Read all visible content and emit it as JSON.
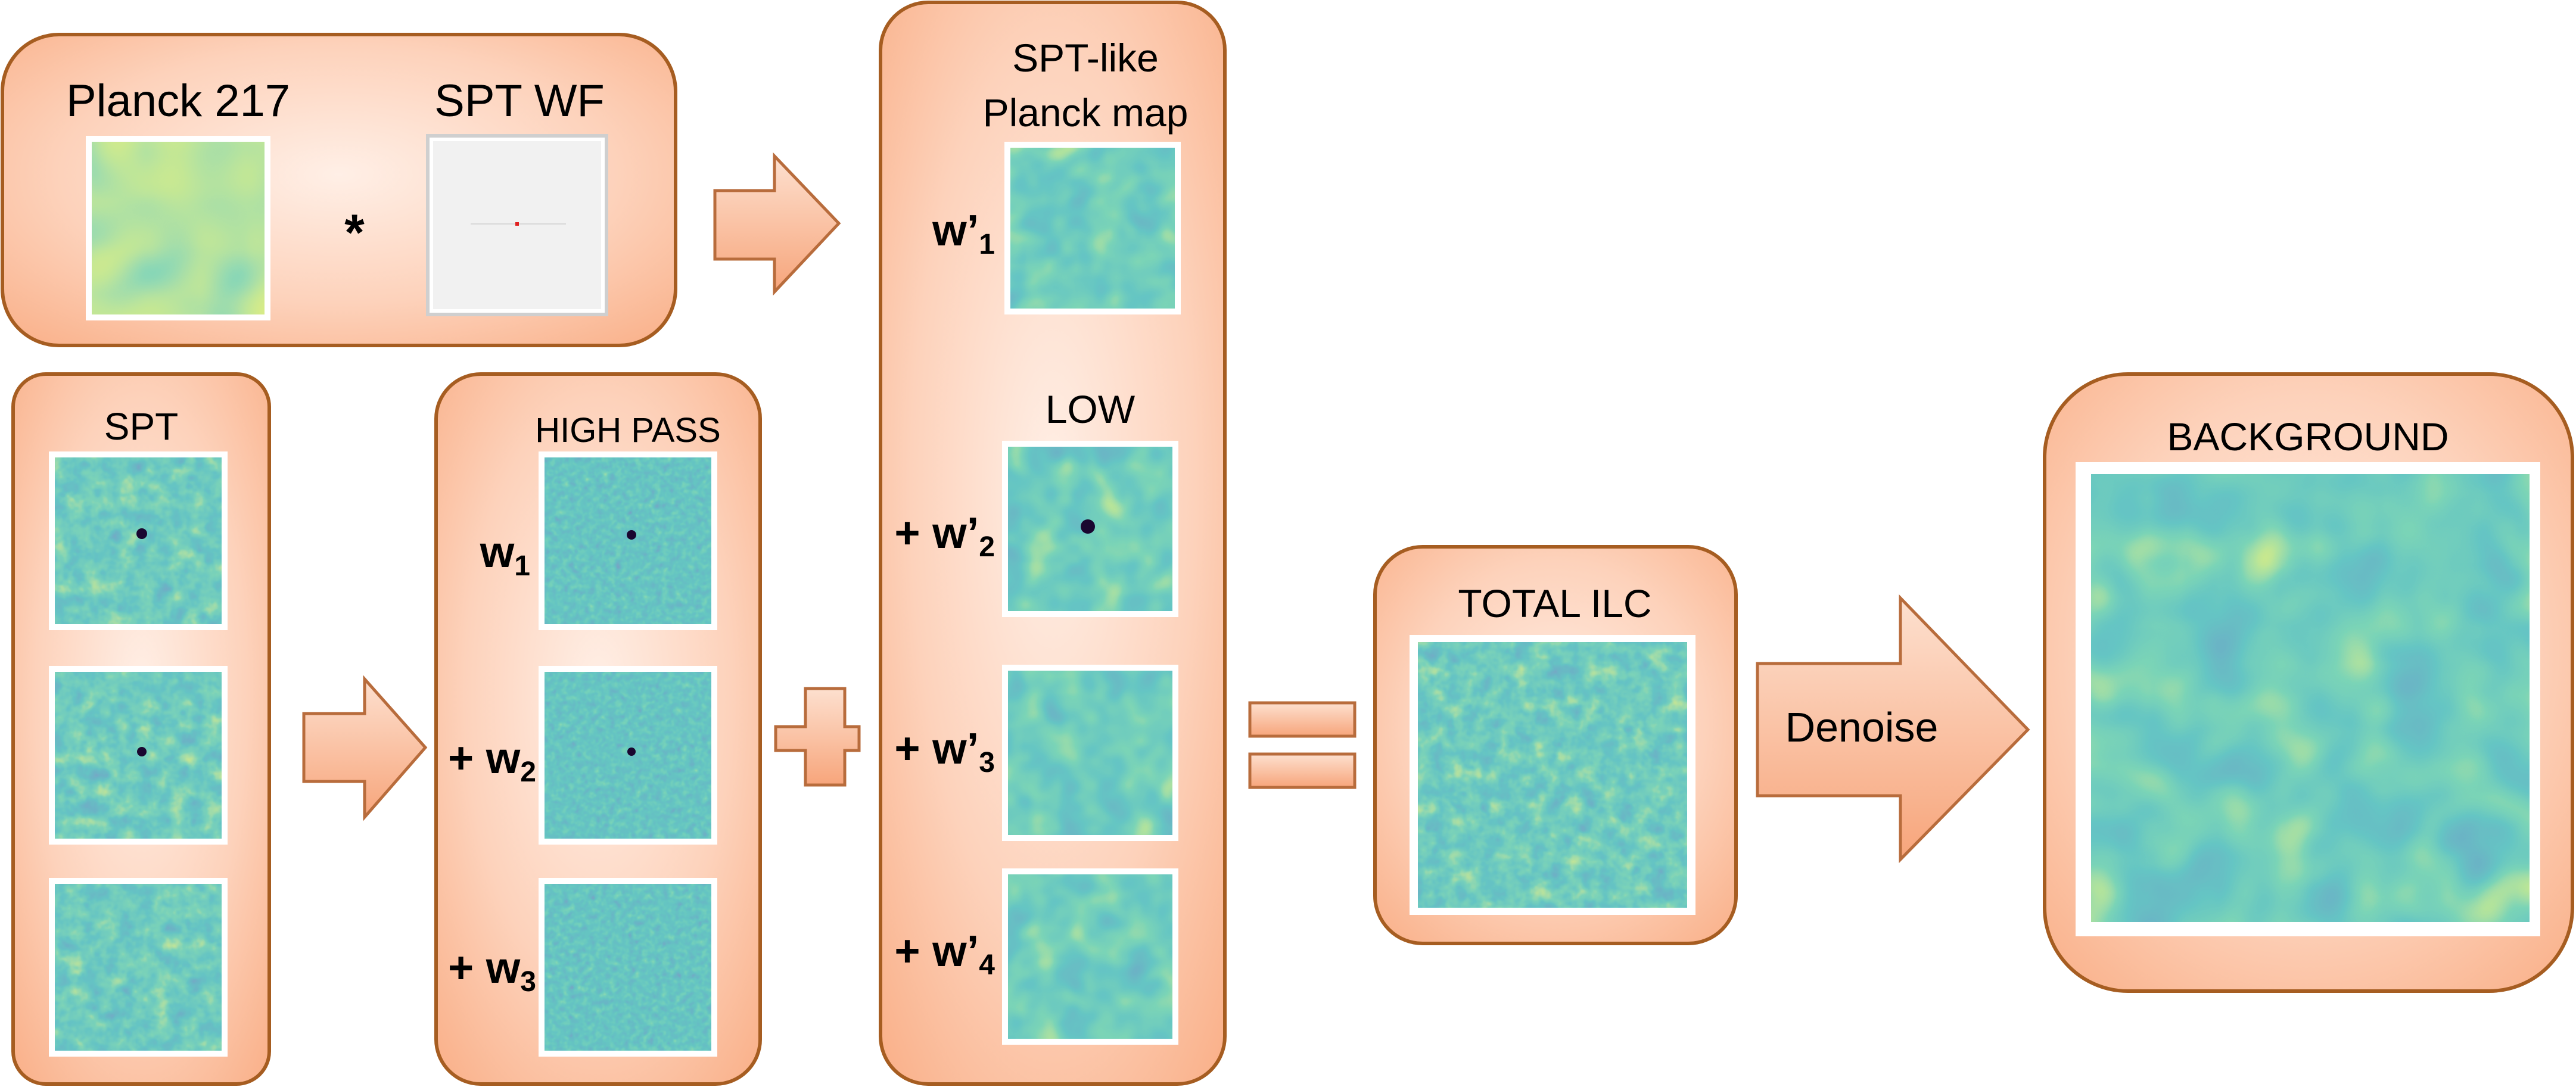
{
  "colors": {
    "panel_fill_inner": "#ffefe6",
    "panel_fill_outer": "#f9ae86",
    "panel_stroke": "#a65d21",
    "arrow_fill": "#f9b995",
    "arrow_stroke": "#b86c3c",
    "text": "#000000"
  },
  "top_panel": {
    "planck_label": "Planck 217",
    "wf_label": "SPT WF",
    "operator": "*"
  },
  "spt_panel": {
    "title": "SPT"
  },
  "highpass_panel": {
    "title": "HIGH PASS",
    "weights": [
      {
        "prefix": "",
        "w": "w",
        "sub": "1"
      },
      {
        "prefix": "+ ",
        "w": "w",
        "sub": "2"
      },
      {
        "prefix": "+ ",
        "w": "w",
        "sub": "3"
      }
    ]
  },
  "planck_panel": {
    "title_line1": "SPT-like",
    "title_line2": "Planck map",
    "low_label": "LOW",
    "weights": [
      {
        "prefix": "",
        "w": "w’",
        "sub": "1"
      },
      {
        "prefix": "+ ",
        "w": "w’",
        "sub": "2"
      },
      {
        "prefix": "+ ",
        "w": "w’",
        "sub": "3"
      },
      {
        "prefix": "+ ",
        "w": "w’",
        "sub": "4"
      }
    ]
  },
  "total_panel": {
    "title": "TOTAL ILC"
  },
  "denoise_arrow": {
    "label": "Denoise"
  },
  "background_panel": {
    "title": "BACKGROUND"
  },
  "map_images": [
    {
      "name": "planck-217-map-image",
      "style": "smooth-yellow"
    },
    {
      "name": "spt-map-1-image",
      "style": "noisy-dark-spot"
    },
    {
      "name": "spt-map-2-image",
      "style": "noisy-dark-spot"
    },
    {
      "name": "spt-map-3-image",
      "style": "noisy"
    },
    {
      "name": "highpass-map-1-image",
      "style": "fine-noise"
    },
    {
      "name": "highpass-map-2-image",
      "style": "fine-noise"
    },
    {
      "name": "highpass-map-3-image",
      "style": "fine-noise"
    },
    {
      "name": "planck-like-map-1-image",
      "style": "blobby"
    },
    {
      "name": "low-map-2-image",
      "style": "blobby-dark-spot"
    },
    {
      "name": "low-map-3-image",
      "style": "blobby"
    },
    {
      "name": "low-map-4-image",
      "style": "blobby"
    },
    {
      "name": "total-ilc-map-image",
      "style": "noisy"
    },
    {
      "name": "background-map-image",
      "style": "blobby-large"
    }
  ]
}
